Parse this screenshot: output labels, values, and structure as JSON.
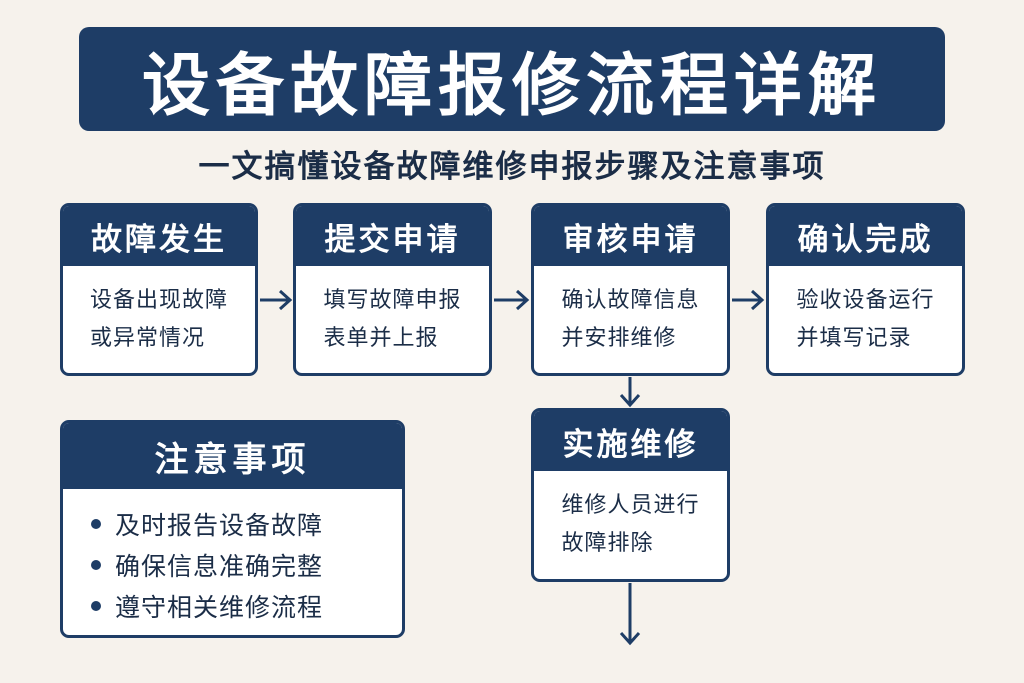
{
  "title": "设备故障报修流程详解",
  "subtitle": "一文搞懂设备故障维修申报步骤及注意事项",
  "steps": [
    {
      "title": "故障发生",
      "desc": "设备出现故障\n或异常情况"
    },
    {
      "title": "提交申请",
      "desc": "填写故障申报\n表单并上报"
    },
    {
      "title": "审核申请",
      "desc": "确认故障信息\n并安排维修"
    },
    {
      "title": "确认完成",
      "desc": "验收设备运行\n并填写记录"
    },
    {
      "title": "实施维修",
      "desc": "维修人员进行\n故障排除"
    }
  ],
  "notes": {
    "title": "注意事项",
    "items": [
      "及时报告设备故障",
      "确保信息准确完整",
      "遵守相关维修流程"
    ]
  },
  "colors": {
    "primary": "#1e3d66",
    "background": "#f6f2ec",
    "text": "#1b2d47"
  }
}
